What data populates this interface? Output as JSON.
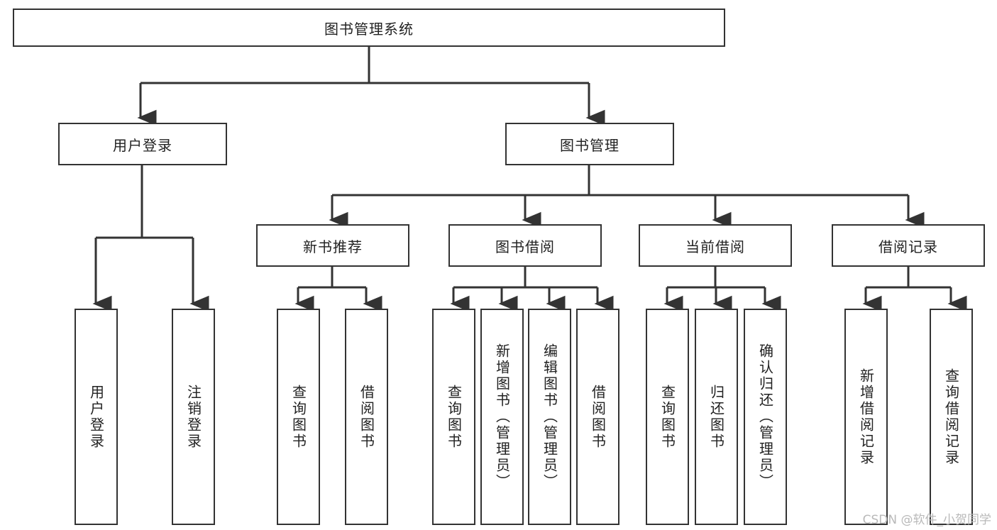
{
  "diagram": {
    "title": "图书管理系统",
    "type": "tree-hierarchy-chart",
    "line_color": "#333333",
    "box_fill": "#ffffff",
    "text_color": "#222222",
    "root": {
      "label": "图书管理系统"
    },
    "level2": [
      {
        "label": "用户登录"
      },
      {
        "label": "图书管理"
      }
    ],
    "level3": [
      {
        "label": "新书推荐"
      },
      {
        "label": "图书借阅"
      },
      {
        "label": "当前借阅"
      },
      {
        "label": "借阅记录"
      }
    ],
    "leaves": {
      "user_login": [
        {
          "label": "用户登录"
        },
        {
          "label": "注销登录"
        }
      ],
      "new_book_recommend": [
        {
          "label": "查询图书"
        },
        {
          "label": "借阅图书"
        }
      ],
      "book_borrow": [
        {
          "label": "查询图书"
        },
        {
          "label": "新增图书（管理员）"
        },
        {
          "label": "编辑图书（管理员）"
        },
        {
          "label": "借阅图书"
        }
      ],
      "current_borrow": [
        {
          "label": "查询图书"
        },
        {
          "label": "归还图书"
        },
        {
          "label": "确认归还（管理员）"
        }
      ],
      "borrow_record": [
        {
          "label": "新增借阅记录"
        },
        {
          "label": "查询借阅记录"
        }
      ]
    }
  },
  "watermark": {
    "text": "CSDN @软件_小贺同学"
  }
}
